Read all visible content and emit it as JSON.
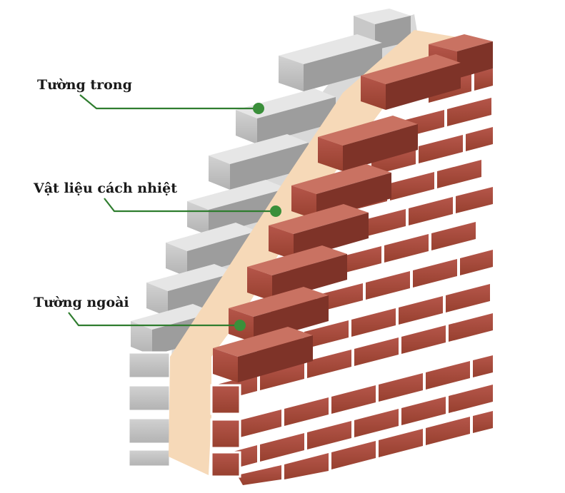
{
  "labels": {
    "inner_wall": "Tường trong",
    "insulation": "Vật liệu cách nhiệt",
    "outer_wall": "Tường ngoài"
  },
  "colors": {
    "background": "#ffffff",
    "callout_line": "#2f7d2f",
    "callout_dot": "#3a8f3a",
    "label_text": "#1a1a1a",
    "insulation": "#f6d9b8",
    "brick_front": "#a94a3c",
    "brick_top": "#c97262",
    "brick_side": "#7e3328",
    "mortar": "#ffffff",
    "block_front": "#c3c3c3",
    "block_top": "#e4e4e4",
    "block_side": "#9a9a9a"
  },
  "layers": [
    {
      "label_key": "inner_wall",
      "material": "concrete-block"
    },
    {
      "label_key": "insulation",
      "material": "insulation"
    },
    {
      "label_key": "outer_wall",
      "material": "clay-brick"
    }
  ]
}
